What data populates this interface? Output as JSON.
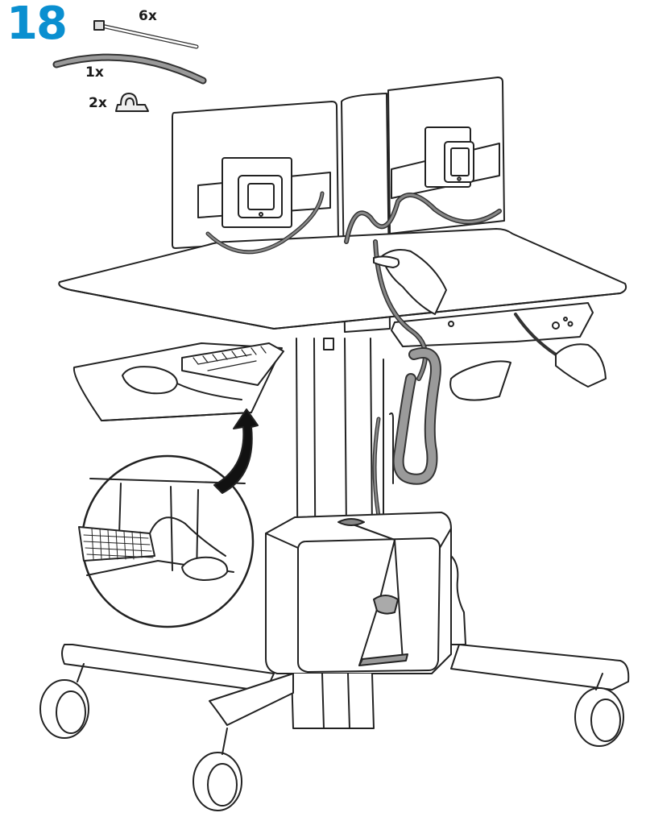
{
  "step": {
    "number": "18"
  },
  "parts": [
    {
      "icon": "cable-tie-icon",
      "quantity": "6x"
    },
    {
      "icon": "cable-sleeve-icon",
      "quantity": "1x"
    },
    {
      "icon": "cable-clip-icon",
      "quantity": "2x"
    }
  ],
  "colors": {
    "step_accent": "#0a8fd0",
    "line": "#222222",
    "cable": "#7a7a7a",
    "sleeve": "#9a9a9a"
  }
}
